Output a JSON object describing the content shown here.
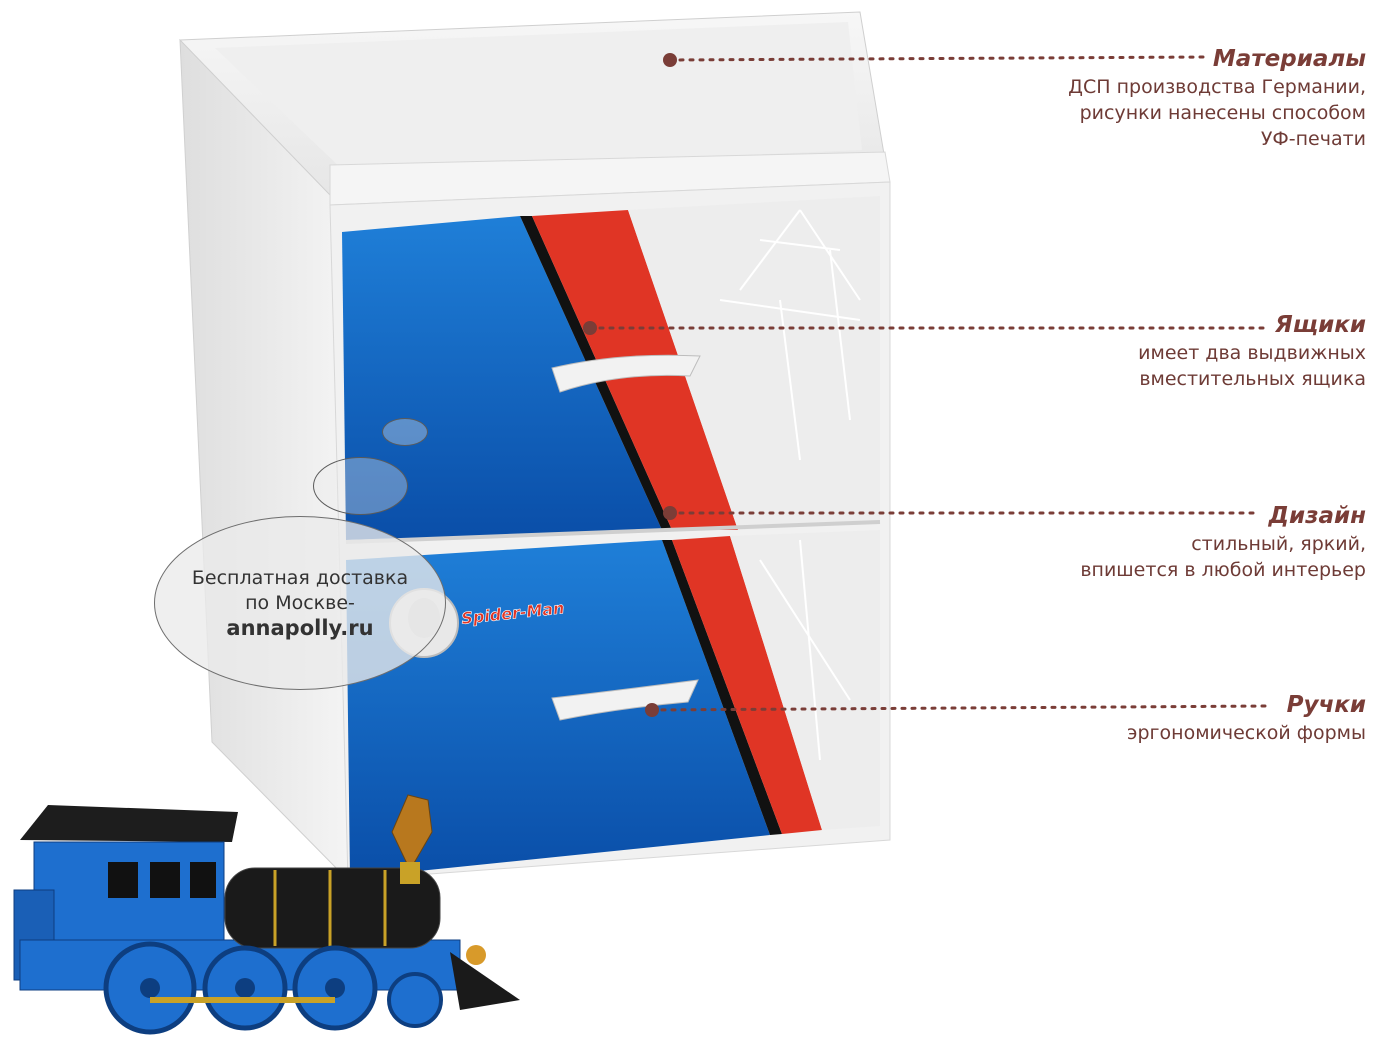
{
  "features": [
    {
      "title": "Материалы",
      "lines": [
        "ДСП производства Германии,",
        "рисунки нанесены способом",
        "УФ-печати"
      ]
    },
    {
      "title": "Ящики",
      "lines": [
        "имеет два выдвижных",
        "вместительных ящика"
      ]
    },
    {
      "title": "Дизайн",
      "lines": [
        "стильный, яркий,",
        "впишется в любой интерьер"
      ]
    },
    {
      "title": "Ручки",
      "lines": [
        "эргономической формы"
      ]
    }
  ],
  "delivery": {
    "line1": "Бесплатная доставка",
    "line2": "по Москве-",
    "site": "annapolly.ru"
  },
  "logo_text": "Spider-Man",
  "colors": {
    "accent": "#7a3d37",
    "drawer_blue": "#1565c0",
    "stripe_red": "#e03525",
    "body_white": "#f2f2f2"
  }
}
